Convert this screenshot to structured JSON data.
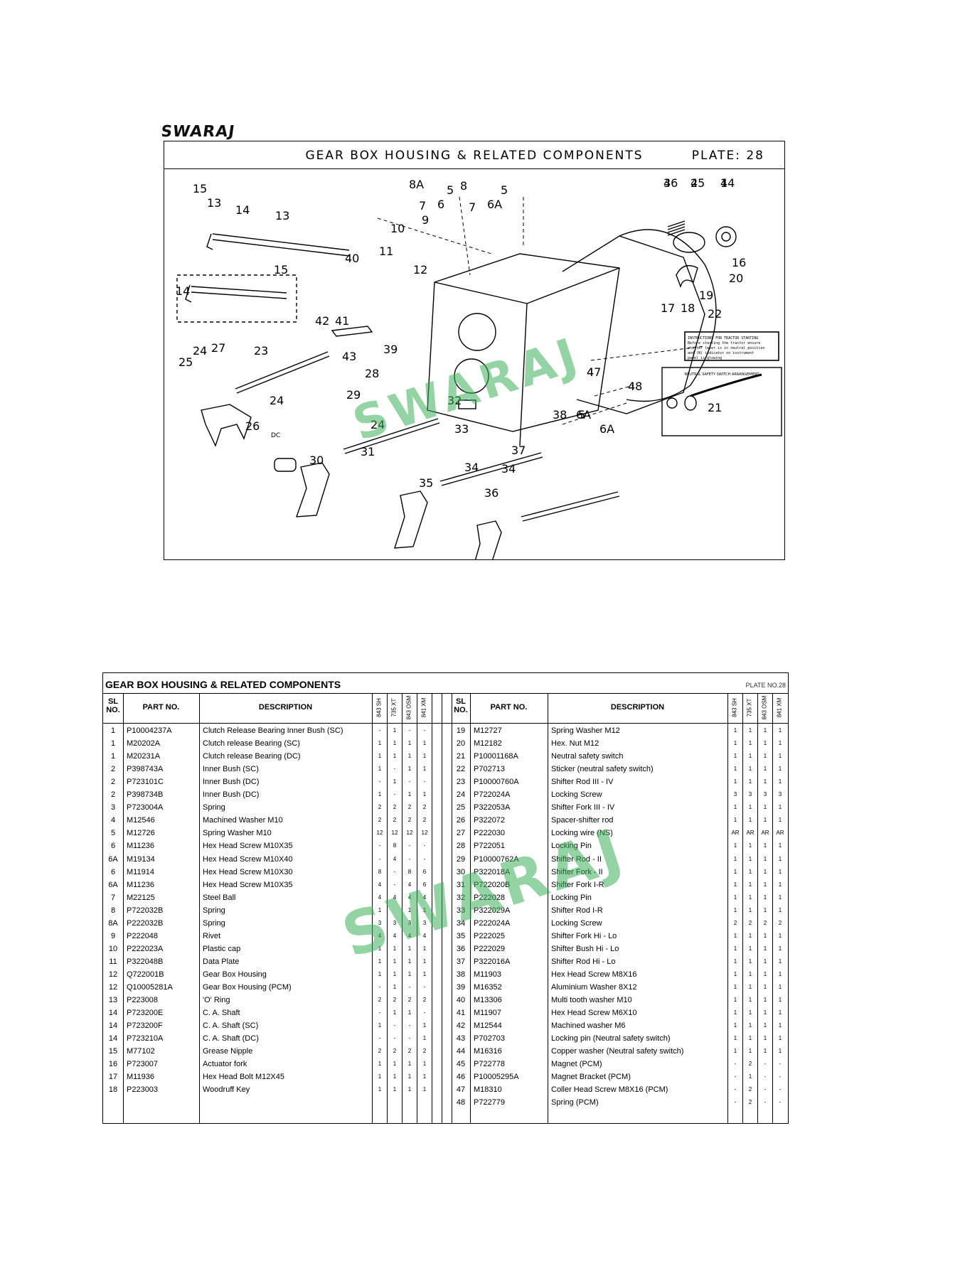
{
  "brand": {
    "logo_text": "SWARAJ"
  },
  "diagram": {
    "title": "GEAR BOX HOUSING & RELATED COMPONENTS",
    "plate": "PLATE: 28",
    "watermark": "SWARAJ",
    "dc_label": "DC",
    "sticker_lines": [
      "INSTRUCTIONS FOR TRACTOR STARTING",
      "Before starting the tractor ensure",
      "shifter lever is in neutral position",
      "and (N) indicator on instrument",
      "panel is glowing"
    ],
    "inset_title": "NEUTRAL SAFETY SWITCH ARRANGEMENT",
    "callouts": [
      "1",
      "2",
      "3",
      "4",
      "4",
      "5",
      "5",
      "5",
      "6",
      "6A",
      "6A",
      "6A",
      "7",
      "7",
      "8",
      "8A",
      "9",
      "10",
      "11",
      "12",
      "13",
      "13",
      "14",
      "14",
      "15",
      "15",
      "16",
      "17",
      "18",
      "19",
      "20",
      "21",
      "22",
      "23",
      "24",
      "24",
      "24",
      "25",
      "26",
      "27",
      "28",
      "29",
      "30",
      "31",
      "32",
      "33",
      "34",
      "34",
      "35",
      "36",
      "37",
      "38",
      "39",
      "40",
      "41",
      "42",
      "43",
      "44",
      "45",
      "46",
      "47",
      "48"
    ]
  },
  "table": {
    "title": "GEAR BOX HOUSING & RELATED COMPONENTS",
    "plate": "PLATE NO.28",
    "headers": {
      "sl": "SL",
      "no": "NO.",
      "part_no": "PART NO.",
      "description": "DESCRIPTION"
    },
    "models": [
      "843 SH",
      "735 XT",
      "843 OSM",
      "841 XM"
    ],
    "watermark": "SWARAJ",
    "left_rows": [
      {
        "sl": "1",
        "part": "P10004237A",
        "desc": "Clutch Release Bearing Inner Bush (SC)",
        "q": [
          "-",
          "1",
          "-",
          "-"
        ]
      },
      {
        "sl": "1",
        "part": "M20202A",
        "desc": "Clutch release Bearing (SC)",
        "q": [
          "1",
          "1",
          "1",
          "1"
        ]
      },
      {
        "sl": "1",
        "part": "M20231A",
        "desc": "Clutch release Bearing (DC)",
        "q": [
          "1",
          "1",
          "1",
          "1"
        ]
      },
      {
        "sl": "2",
        "part": "P398743A",
        "desc": "Inner Bush (SC)",
        "q": [
          "1",
          "-",
          "1",
          "1"
        ]
      },
      {
        "sl": "2",
        "part": "P723101C",
        "desc": "Inner Bush (DC)",
        "q": [
          "-",
          "1",
          "-",
          "-"
        ]
      },
      {
        "sl": "2",
        "part": "P398734B",
        "desc": "Inner Bush (DC)",
        "q": [
          "1",
          "-",
          "1",
          "1"
        ]
      },
      {
        "sl": "3",
        "part": "P723004A",
        "desc": "Spring",
        "q": [
          "2",
          "2",
          "2",
          "2"
        ]
      },
      {
        "sl": "4",
        "part": "M12546",
        "desc": "Machined Washer M10",
        "q": [
          "2",
          "2",
          "2",
          "2"
        ]
      },
      {
        "sl": "5",
        "part": "M12726",
        "desc": "Spring Washer M10",
        "q": [
          "12",
          "12",
          "12",
          "12"
        ]
      },
      {
        "sl": "6",
        "part": "M11236",
        "desc": "Hex Head Screw M10X35",
        "q": [
          "-",
          "8",
          "-",
          "-"
        ]
      },
      {
        "sl": "6A",
        "part": "M19134",
        "desc": "Hex Head Screw M10X40",
        "q": [
          "-",
          "4",
          "-",
          "-"
        ]
      },
      {
        "sl": "6",
        "part": "M11914",
        "desc": "Hex Head Screw M10X30",
        "q": [
          "8",
          "-",
          "8",
          "6"
        ]
      },
      {
        "sl": "6A",
        "part": "M11236",
        "desc": "Hex Head Screw M10X35",
        "q": [
          "4",
          "-",
          "4",
          "6"
        ]
      },
      {
        "sl": "7",
        "part": "M22125",
        "desc": "Steel Ball",
        "q": [
          "4",
          "4",
          "4",
          "4"
        ]
      },
      {
        "sl": "8",
        "part": "P722032B",
        "desc": "Spring",
        "q": [
          "1",
          "",
          "1",
          "1"
        ]
      },
      {
        "sl": "8A",
        "part": "P222032B",
        "desc": "Spring",
        "q": [
          "3",
          "3",
          "3",
          "3"
        ]
      },
      {
        "sl": "9",
        "part": "P222048",
        "desc": "Rivet",
        "q": [
          "4",
          "4",
          "4",
          "4"
        ]
      },
      {
        "sl": "10",
        "part": "P222023A",
        "desc": "Plastic cap",
        "q": [
          "1",
          "1",
          "1",
          "1"
        ]
      },
      {
        "sl": "11",
        "part": "P322048B",
        "desc": "Data Plate",
        "q": [
          "1",
          "1",
          "1",
          "1"
        ]
      },
      {
        "sl": "12",
        "part": "Q722001B",
        "desc": "Gear Box Housing",
        "q": [
          "1",
          "1",
          "1",
          "1"
        ]
      },
      {
        "sl": "12",
        "part": "Q10005281A",
        "desc": "Gear Box Housing (PCM)",
        "q": [
          "-",
          "1",
          "-",
          "-"
        ]
      },
      {
        "sl": "13",
        "part": "P223008",
        "desc": "'O' Ring",
        "q": [
          "2",
          "2",
          "2",
          "2"
        ]
      },
      {
        "sl": "14",
        "part": "P723200E",
        "desc": "C. A. Shaft",
        "q": [
          "-",
          "1",
          "1",
          "-"
        ]
      },
      {
        "sl": "14",
        "part": "P723200F",
        "desc": "C. A. Shaft (SC)",
        "q": [
          "1",
          "-",
          "-",
          "1"
        ]
      },
      {
        "sl": "14",
        "part": "P723210A",
        "desc": "C. A. Shaft (DC)",
        "q": [
          "-",
          "-",
          "-",
          "1"
        ]
      },
      {
        "sl": "15",
        "part": "M77102",
        "desc": "Grease Nipple",
        "q": [
          "2",
          "2",
          "2",
          "2"
        ]
      },
      {
        "sl": "16",
        "part": "P723007",
        "desc": "Actuator fork",
        "q": [
          "1",
          "1",
          "1",
          "1"
        ]
      },
      {
        "sl": "17",
        "part": "M11936",
        "desc": "Hex Head Bolt M12X45",
        "q": [
          "1",
          "1",
          "1",
          "1"
        ]
      },
      {
        "sl": "18",
        "part": "P223003",
        "desc": "Woodruff Key",
        "q": [
          "1",
          "1",
          "1",
          "1"
        ]
      }
    ],
    "right_rows": [
      {
        "sl": "19",
        "part": "M12727",
        "desc": "Spring Washer M12",
        "q": [
          "1",
          "1",
          "1",
          "1"
        ]
      },
      {
        "sl": "20",
        "part": "M12182",
        "desc": "Hex. Nut M12",
        "q": [
          "1",
          "1",
          "1",
          "1"
        ]
      },
      {
        "sl": "21",
        "part": "P10001168A",
        "desc": "Neutral safety switch",
        "q": [
          "1",
          "1",
          "1",
          "1"
        ]
      },
      {
        "sl": "22",
        "part": "P702713",
        "desc": "Sticker (neutral safety switch)",
        "q": [
          "1",
          "1",
          "1",
          "1"
        ]
      },
      {
        "sl": "23",
        "part": "P10000760A",
        "desc": "Shifter Rod  III - IV",
        "q": [
          "1",
          "1",
          "1",
          "1"
        ]
      },
      {
        "sl": "24",
        "part": "P722024A",
        "desc": "Locking Screw",
        "q": [
          "3",
          "3",
          "3",
          "3"
        ]
      },
      {
        "sl": "25",
        "part": "P322053A",
        "desc": "Shifter Fork  III - IV",
        "q": [
          "1",
          "1",
          "1",
          "1"
        ]
      },
      {
        "sl": "26",
        "part": "P322072",
        "desc": "Spacer-shifter rod",
        "q": [
          "1",
          "1",
          "1",
          "1"
        ]
      },
      {
        "sl": "27",
        "part": "P222030",
        "desc": "Locking wire (NS)",
        "q": [
          "AR",
          "AR",
          "AR",
          "AR"
        ]
      },
      {
        "sl": "28",
        "part": "P722051",
        "desc": "Locking Pin",
        "q": [
          "1",
          "1",
          "1",
          "1"
        ]
      },
      {
        "sl": "29",
        "part": "P10000762A",
        "desc": "Shifter Rod - II",
        "q": [
          "1",
          "1",
          "1",
          "1"
        ]
      },
      {
        "sl": "30",
        "part": "P322018A",
        "desc": "Shifter Fork - II",
        "q": [
          "1",
          "1",
          "1",
          "1"
        ]
      },
      {
        "sl": "31",
        "part": "P722020B",
        "desc": "Shifter Fork I-R",
        "q": [
          "1",
          "1",
          "1",
          "1"
        ]
      },
      {
        "sl": "32",
        "part": "P222028",
        "desc": "Locking Pin",
        "q": [
          "1",
          "1",
          "1",
          "1"
        ]
      },
      {
        "sl": "33",
        "part": "P322029A",
        "desc": "Shifter Rod  I-R",
        "q": [
          "1",
          "1",
          "1",
          "1"
        ]
      },
      {
        "sl": "34",
        "part": "P222024A",
        "desc": "Locking Screw",
        "q": [
          "2",
          "2",
          "2",
          "2"
        ]
      },
      {
        "sl": "35",
        "part": "P222025",
        "desc": "Shifter Fork Hi - Lo",
        "q": [
          "1",
          "1",
          "1",
          "1"
        ]
      },
      {
        "sl": "36",
        "part": "P222029",
        "desc": "Shifter Bush Hi - Lo",
        "q": [
          "1",
          "1",
          "1",
          "1"
        ]
      },
      {
        "sl": "37",
        "part": "P322016A",
        "desc": "Shifter Rod Hi - Lo",
        "q": [
          "1",
          "1",
          "1",
          "1"
        ]
      },
      {
        "sl": "38",
        "part": "M11903",
        "desc": "Hex Head Screw M8X16",
        "q": [
          "1",
          "1",
          "1",
          "1"
        ]
      },
      {
        "sl": "39",
        "part": "M16352",
        "desc": "Aluminium Washer 8X12",
        "q": [
          "1",
          "1",
          "1",
          "1"
        ]
      },
      {
        "sl": "40",
        "part": "M13306",
        "desc": "Multi tooth washer M10",
        "q": [
          "1",
          "1",
          "1",
          "1"
        ]
      },
      {
        "sl": "41",
        "part": "M11907",
        "desc": "Hex Head Screw M6X10",
        "q": [
          "1",
          "1",
          "1",
          "1"
        ]
      },
      {
        "sl": "42",
        "part": "M12544",
        "desc": "Machined washer M6",
        "q": [
          "1",
          "1",
          "1",
          "1"
        ]
      },
      {
        "sl": "43",
        "part": "P702703",
        "desc": "Locking pin (Neutral safety switch)",
        "q": [
          "1",
          "1",
          "1",
          "1"
        ]
      },
      {
        "sl": "44",
        "part": "M16316",
        "desc": "Copper washer (Neutral safety switch)",
        "q": [
          "1",
          "1",
          "1",
          "1"
        ]
      },
      {
        "sl": "45",
        "part": "P722778",
        "desc": "Magnet (PCM)",
        "q": [
          "-",
          "2",
          "-",
          "-"
        ]
      },
      {
        "sl": "46",
        "part": "P10005295A",
        "desc": "Magnet Bracket (PCM)",
        "q": [
          "-",
          "1",
          "-",
          "-"
        ]
      },
      {
        "sl": "47",
        "part": "M18310",
        "desc": "Coller Head Screw M8X16 (PCM)",
        "q": [
          "-",
          "2",
          "-",
          "-"
        ]
      },
      {
        "sl": "48",
        "part": "P722779",
        "desc": "Spring (PCM)",
        "q": [
          "-",
          "2",
          "-",
          "-"
        ]
      }
    ]
  }
}
